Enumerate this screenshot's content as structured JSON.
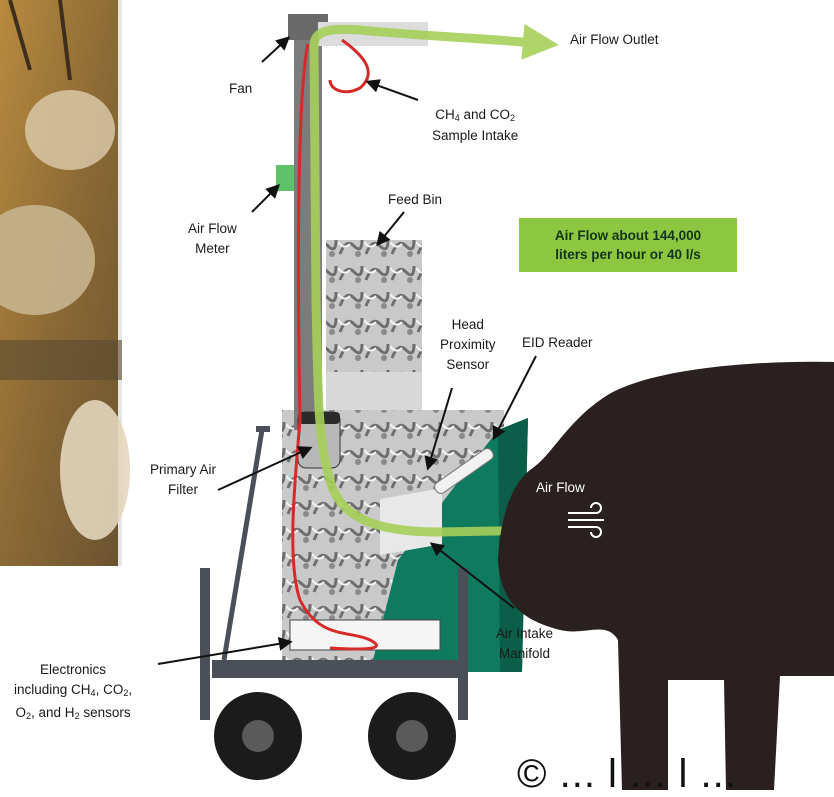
{
  "labels": {
    "air_flow_outlet": "Air Flow Outlet",
    "fan": "Fan",
    "sample_intake_line1_pre": "CH",
    "sample_intake_line1_sub1": "4",
    "sample_intake_line1_mid": " and CO",
    "sample_intake_line1_sub2": "2",
    "sample_intake_line2": "Sample Intake",
    "feed_bin": "Feed Bin",
    "air_flow_meter_line1": "Air Flow",
    "air_flow_meter_line2": "Meter",
    "head_sensor_line1": "Head",
    "head_sensor_line2": "Proximity",
    "head_sensor_line3": "Sensor",
    "eid_reader": "EID Reader",
    "primary_filter_line1": "Primary Air",
    "primary_filter_line2": "Filter",
    "air_flow": "Air Flow",
    "intake_manifold_line1": "Air Intake",
    "intake_manifold_line2": "Manifold",
    "electronics_line1": "Electronics",
    "electronics_line2_pre": "including CH",
    "electronics_line2_sub1": "4",
    "electronics_line2_mid": ", CO",
    "electronics_line2_sub2": "2",
    "electronics_line2_end": ",",
    "electronics_line3_pre": "O",
    "electronics_line3_sub1": "2",
    "electronics_line3_mid": ", and H",
    "electronics_line3_sub2": "2",
    "electronics_line3_end": " sensors"
  },
  "callout": {
    "line1": "Air Flow about 144,000",
    "line2": "liters per hour or 40 l/s"
  },
  "bottom_partial_text": "© ... l ... l ...",
  "colors": {
    "air_flow_green": "#a6d05a",
    "sample_line_red": "#d62a2a",
    "machine_green": "#0f7a5e",
    "animal_silhouette": "#2a2020",
    "callout_bg": "#8dc63f"
  }
}
